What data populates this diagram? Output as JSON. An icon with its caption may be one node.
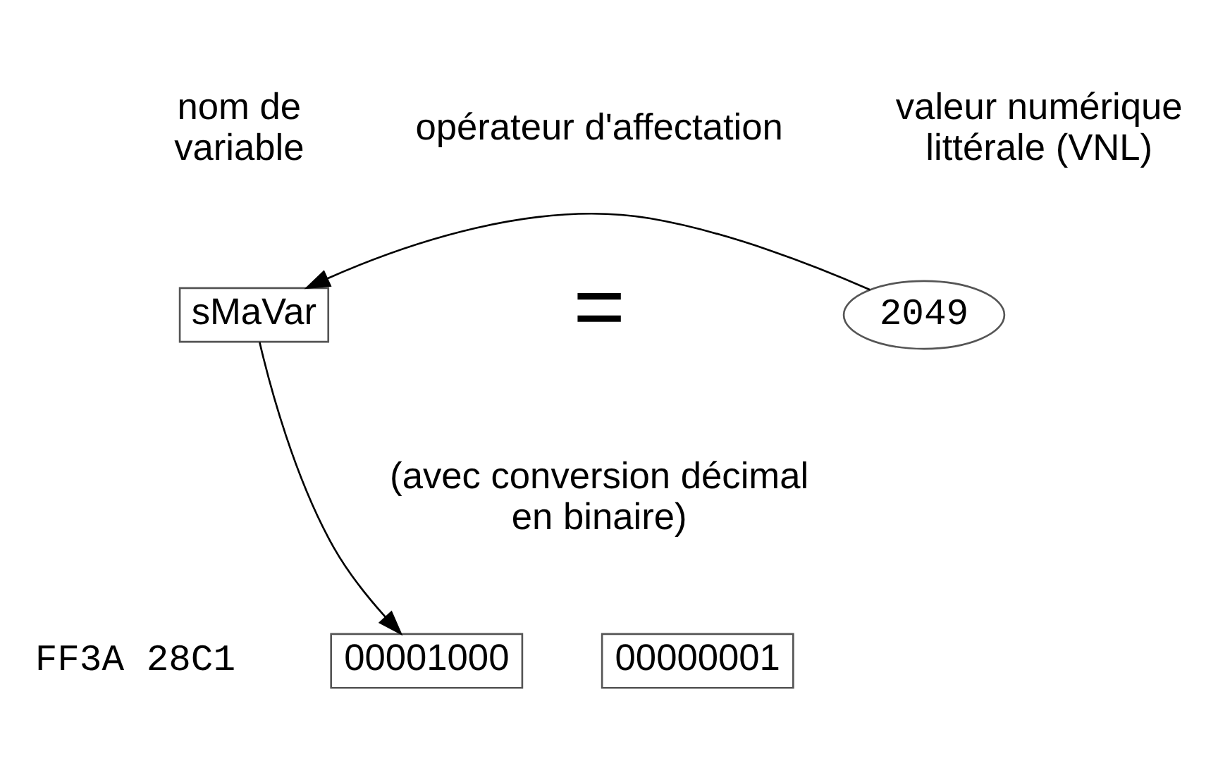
{
  "diagram": {
    "nodes": [
      {
        "text": [
          "sMaVar"
        ]
      },
      {
        "text": [
          "2049"
        ]
      },
      {
        "text": [
          "00001000"
        ]
      },
      {
        "text": [
          "00000001"
        ]
      }
    ],
    "edges": [
      {
        "from": 1,
        "to": 0,
        "arrow": "to"
      },
      {
        "from": 0,
        "to": 2,
        "arrow": "to"
      }
    ],
    "labels": [
      "nom de variable",
      "opérateur d'affectation",
      "valeur numérique littérale (VNL)",
      "=",
      "(avec conversion décimal en binaire)",
      "FF3A 28C1"
    ]
  }
}
